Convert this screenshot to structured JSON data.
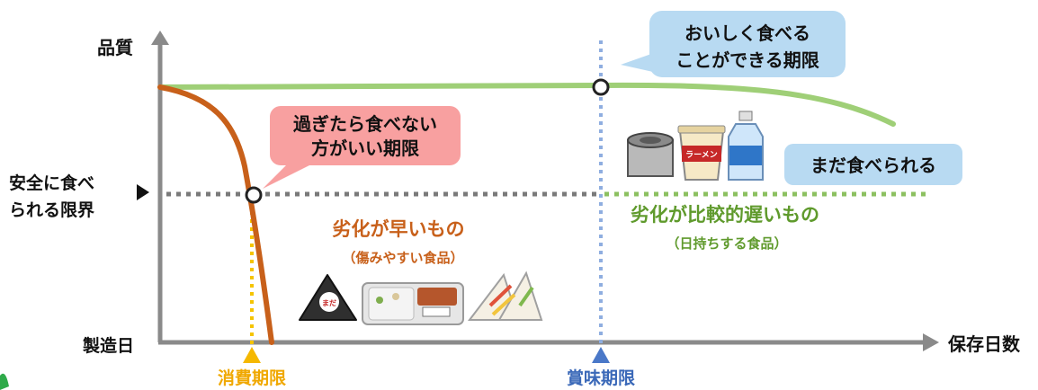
{
  "axes": {
    "y_label": "品質",
    "x_label": "保存日数",
    "origin_label": "製造日",
    "safety_limit_label_line1": "安全に食べ",
    "safety_limit_label_line2": "られる限界"
  },
  "callouts": {
    "best_before_line1": "おいしく食べる",
    "best_before_line2": "ことができる期限",
    "use_by_line1": "過ぎたら食べない",
    "use_by_line2": "方がいい期限",
    "still_edible": "まだ食べられる"
  },
  "categories": {
    "perishable_title": "劣化が早いもの",
    "perishable_sub": "（傷みやすい食品）",
    "long_life_title": "劣化が比較的遅いもの",
    "long_life_sub": "（日持ちする食品）"
  },
  "markers": {
    "use_by": "消費期限",
    "best_before": "賞味期限"
  },
  "icons": {
    "onigiri": "rice-ball-icon",
    "bento": "bento-box-icon",
    "sandwich": "sandwich-icon",
    "can": "canned-food-icon",
    "ramen_cup": "cup-ramen-icon",
    "water_bottle": "water-bottle-icon",
    "onigiri_text": "まだ",
    "ramen_text": "ラーメン"
  },
  "colors": {
    "axis": "#8a8a8a",
    "perishable": "#c8601a",
    "long_life": "#9fcf77",
    "long_life_text": "#5f9a2c",
    "use_by": "#f5b800",
    "best_before": "#4a78c8",
    "pink_callout": "#f8a0a0",
    "blue_callout": "#b8daf2"
  }
}
